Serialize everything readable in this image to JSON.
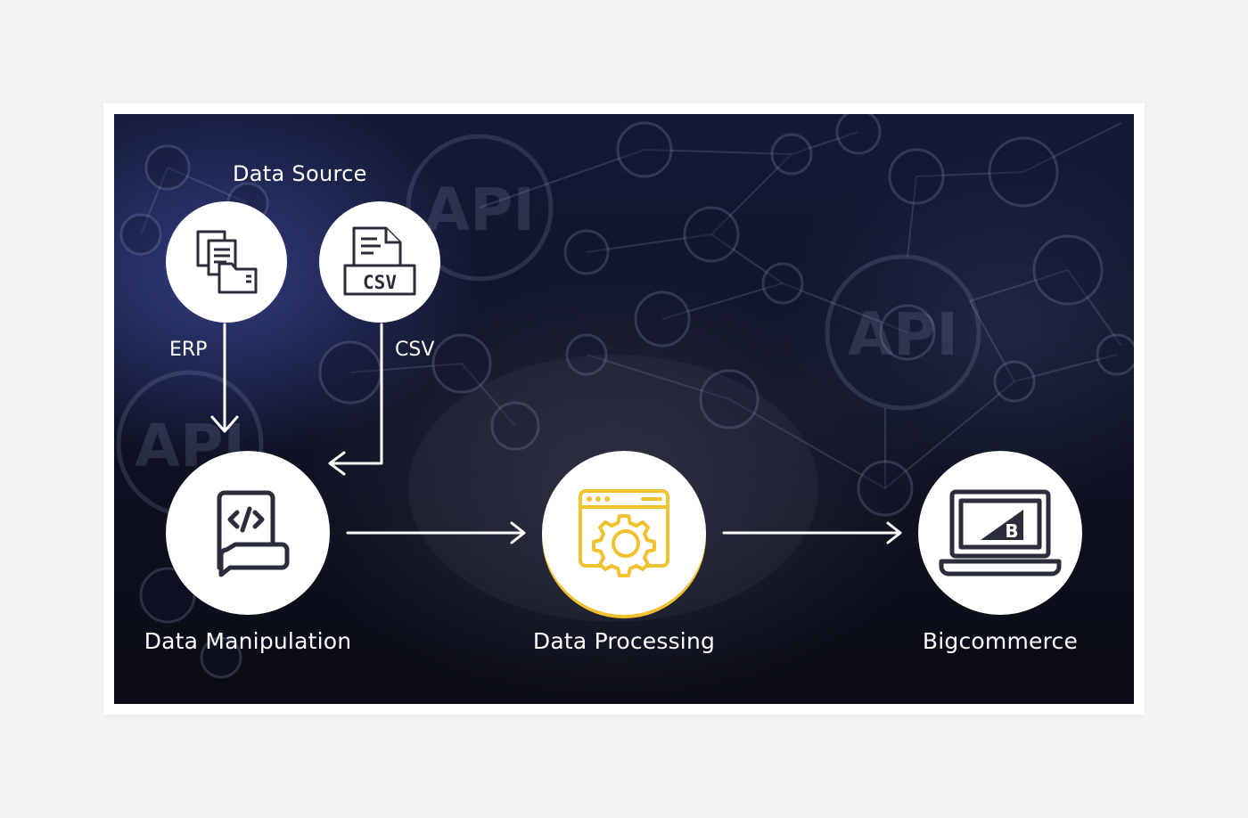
{
  "diagram": {
    "title": "Data Source",
    "sources": [
      {
        "label": "ERP",
        "icon": "erp-documents-icon"
      },
      {
        "label": "CSV",
        "icon": "csv-file-icon",
        "icon_text": "CSV"
      }
    ],
    "steps": [
      {
        "label": "Data Manipulation",
        "icon": "code-document-icon"
      },
      {
        "label": "Data Processing",
        "icon": "browser-gear-icon",
        "accent": "#f2c12e"
      },
      {
        "label": "Bigcommerce",
        "icon": "laptop-bigcommerce-icon",
        "icon_text": "B"
      }
    ]
  },
  "background": {
    "watermark_text": "API"
  },
  "colors": {
    "panel_dark": "#0f1224",
    "accent_yellow": "#f2c12e",
    "icon_dark": "#2b2d3a",
    "line_white": "#ffffff"
  }
}
